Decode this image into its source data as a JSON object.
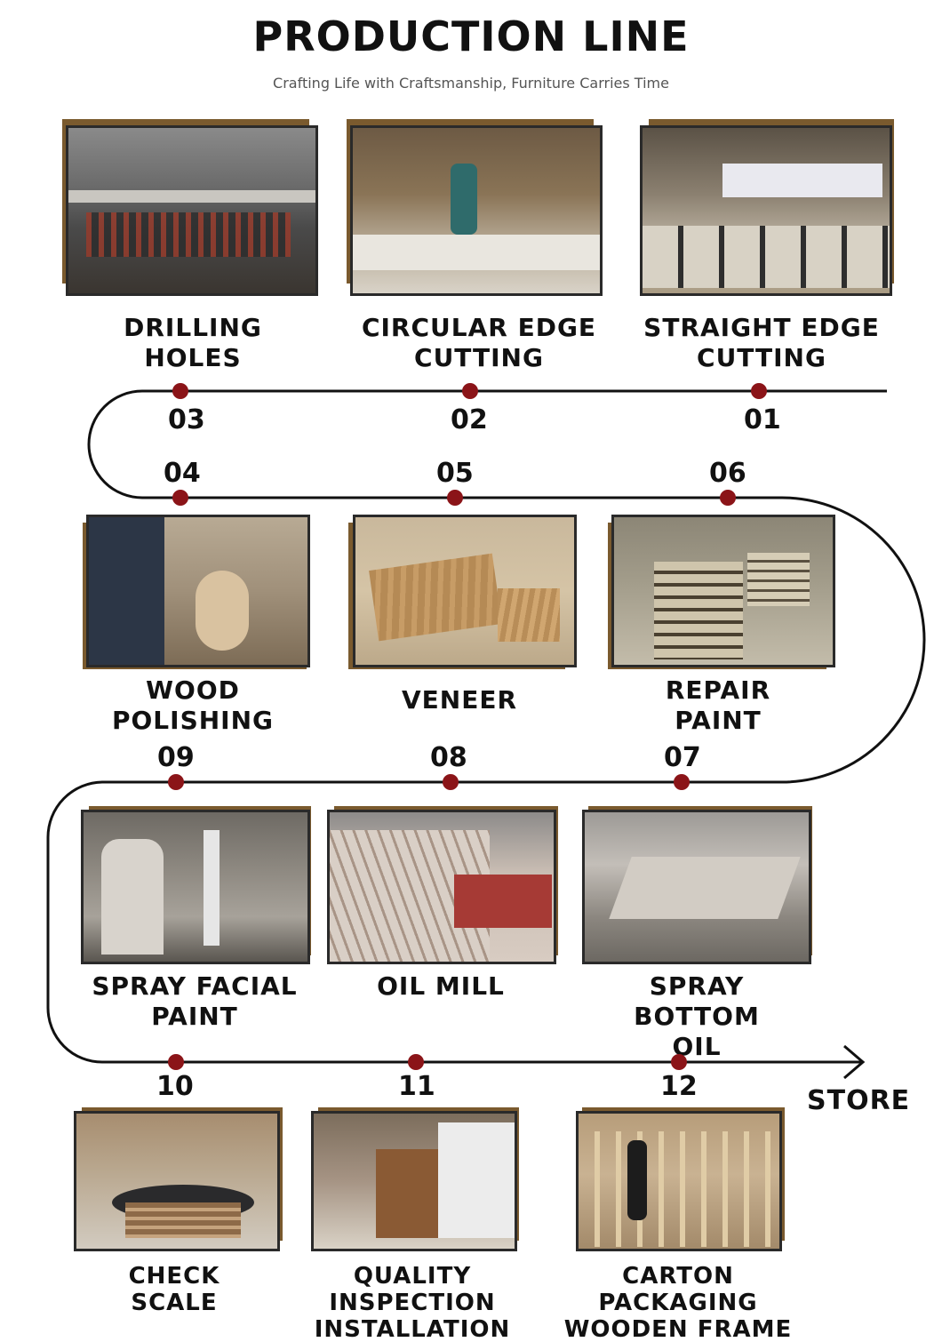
{
  "header": {
    "title": "PRODUCTION LINE",
    "subtitle": "Crafting Life with Craftsmanship, Furniture Carries Time"
  },
  "steps": [
    {
      "num": "01",
      "lines": [
        "STRAIGHT EDGE",
        "CUTTING"
      ]
    },
    {
      "num": "02",
      "lines": [
        "CIRCULAR EDGE",
        "CUTTING"
      ]
    },
    {
      "num": "03",
      "lines": [
        "DRILLING",
        "HOLES"
      ]
    },
    {
      "num": "04",
      "lines": [
        "WOOD",
        "POLISHING"
      ]
    },
    {
      "num": "05",
      "lines": [
        "VENEER",
        ""
      ]
    },
    {
      "num": "06",
      "lines": [
        "REPAIR",
        "PAINT"
      ]
    },
    {
      "num": "07",
      "lines": [
        "SPRAY BOTTOM",
        "OIL"
      ]
    },
    {
      "num": "08",
      "lines": [
        "OIL MILL",
        ""
      ]
    },
    {
      "num": "09",
      "lines": [
        "SPRAY FACIAL",
        "PAINT"
      ]
    },
    {
      "num": "10",
      "lines": [
        "CHECK",
        "SCALE"
      ]
    },
    {
      "num": "11",
      "lines": [
        "QUALITY INSPECTION",
        "INSTALLATION"
      ]
    },
    {
      "num": "12",
      "lines": [
        "CARTON PACKAGING",
        "WOODEN FRAME"
      ]
    }
  ],
  "end_label": "STORE",
  "colors": {
    "dot": "#8b1418",
    "frame": "#7a5a2e",
    "line": "#111111"
  }
}
